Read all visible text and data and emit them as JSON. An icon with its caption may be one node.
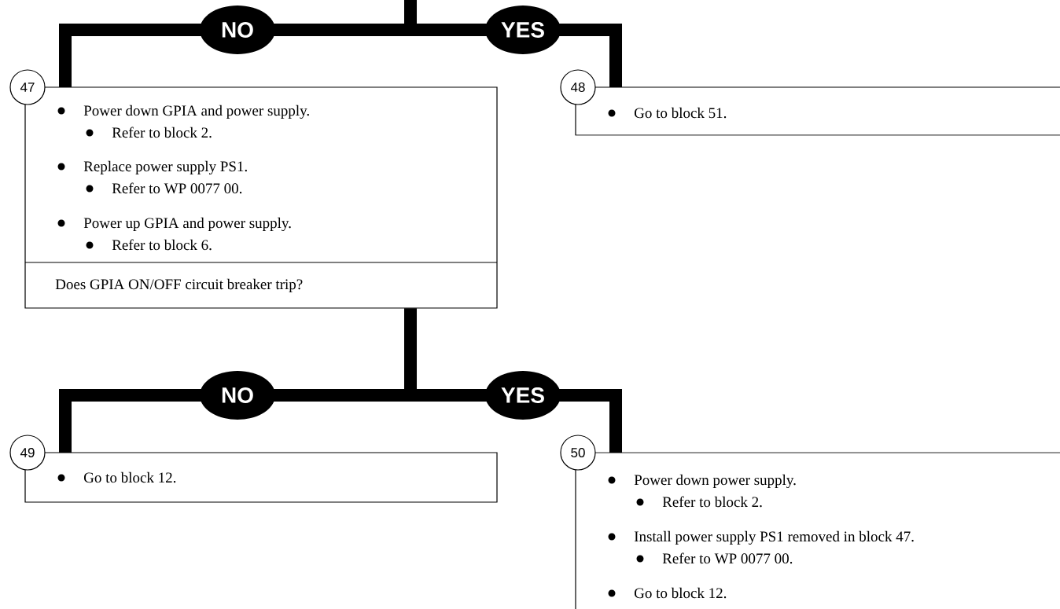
{
  "diagram": {
    "nodes": [
      {
        "text": [
          "47",
          "Power down GPIA and power supply.",
          "Refer to block 2.",
          "Replace power supply PS1.",
          "Refer to WP 0077 00.",
          "Power up GPIA and power supply.",
          "Refer to block 6.",
          "Does GPIA ON/OFF circuit breaker trip?"
        ]
      },
      {
        "text": [
          "48",
          "Go to block 51."
        ]
      },
      {
        "text": [
          "49",
          "Go to block 12."
        ]
      },
      {
        "text": [
          "50",
          "Power down power supply.",
          "Refer to block 2.",
          "Install power supply PS1 removed in block 47.",
          "Refer to WP 0077 00.",
          "Go to block 12."
        ]
      }
    ],
    "edges": [
      {
        "from": null,
        "to": 0,
        "arrow": "none",
        "label": "NO"
      },
      {
        "from": null,
        "to": 1,
        "arrow": "none",
        "label": "YES"
      },
      {
        "from": 0,
        "to": 2,
        "arrow": "none",
        "label": "NO"
      },
      {
        "from": 0,
        "to": 3,
        "arrow": "none",
        "label": "YES"
      }
    ]
  }
}
